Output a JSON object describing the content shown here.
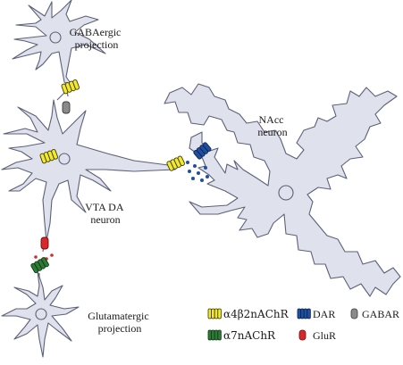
{
  "labels": {
    "gaba_projection": [
      "GABAergic",
      "projection"
    ],
    "nacc_neuron": [
      "NAcc",
      "neuron"
    ],
    "vta_neuron": [
      "VTA DA",
      "neuron"
    ],
    "glutamatergic_projection": [
      "Glutamatergic",
      "projection"
    ]
  },
  "legend": [
    {
      "key": "a4b2",
      "label": "α4β2nAChR",
      "color": "#f2e82c",
      "outline": "#3a3a10"
    },
    {
      "key": "dar",
      "label": "DAR",
      "color": "#1f4fa0",
      "outline": "#0d2350"
    },
    {
      "key": "gabar",
      "label": "GABAR",
      "color": "#8a8a8a",
      "outline": "#3a3a3a"
    },
    {
      "key": "a7",
      "label": "α7nAChR",
      "color": "#2f7a35",
      "outline": "#123a16"
    },
    {
      "key": "glur",
      "label": "GluR",
      "color": "#d8282a",
      "outline": "#6a0f10"
    }
  ],
  "colors": {
    "neuron_fill": "#dfe1ec",
    "neuron_outline": "#5c6178",
    "dopamine_dots": "#1f4fa0",
    "glutamate_dots": "#d8282a"
  }
}
